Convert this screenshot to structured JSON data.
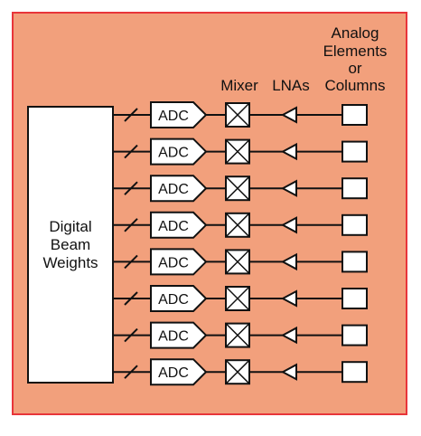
{
  "diagram": {
    "colors": {
      "background": "#f2a07c",
      "frame": "#e8353a",
      "ink": "#111111",
      "fill": "#ffffff"
    },
    "labels": {
      "digital_beam_weights": [
        "Digital",
        "Beam",
        "Weights"
      ],
      "mixer": "Mixer",
      "lnas": "LNAs",
      "analog_elements": [
        "Analog",
        "Elements",
        "or",
        "Columns"
      ]
    },
    "channels": [
      {
        "adc_label": "ADC"
      },
      {
        "adc_label": "ADC"
      },
      {
        "adc_label": "ADC"
      },
      {
        "adc_label": "ADC"
      },
      {
        "adc_label": "ADC"
      },
      {
        "adc_label": "ADC"
      },
      {
        "adc_label": "ADC"
      },
      {
        "adc_label": "ADC"
      }
    ]
  }
}
